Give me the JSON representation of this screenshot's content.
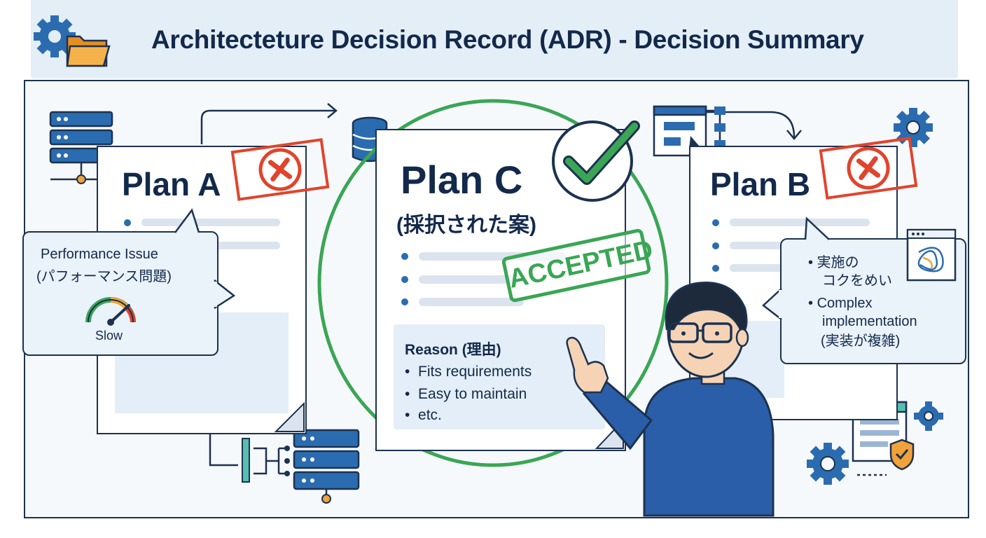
{
  "header": {
    "title": "Architecteture Decision Record (ADR) - Decision Summary",
    "icons": [
      "gear-icon",
      "folder-icon"
    ]
  },
  "plans": {
    "plan_a": {
      "title": "Plan A",
      "status_icon": "x-mark-icon",
      "bubble": {
        "line1": "Performance Issue",
        "line2": "(パフォーマンス問題)",
        "gauge_label": "Slow"
      }
    },
    "plan_c": {
      "title": "Plan C",
      "subtitle": "(採択された案)",
      "status_icon": "check-mark-icon",
      "stamp": "ACCEPTED",
      "reason": {
        "title": "Reason (理由)",
        "items": [
          "Fits requirements",
          "Easy to maintain",
          "etc."
        ]
      }
    },
    "plan_b": {
      "title": "Plan B",
      "status_icon": "x-mark-icon",
      "bubble": {
        "line1": "実施の",
        "line2": "コクをめい",
        "line3": "Complex",
        "line4": "implementation",
        "line5": "(実装が複雑)"
      }
    }
  },
  "colors": {
    "navy": "#13294b",
    "accent_blue": "#2b6cb0",
    "accept_green": "#3aa655",
    "reject_red": "#e0442c",
    "folder_orange": "#f2a23a",
    "light_panel": "#e3eef7"
  }
}
